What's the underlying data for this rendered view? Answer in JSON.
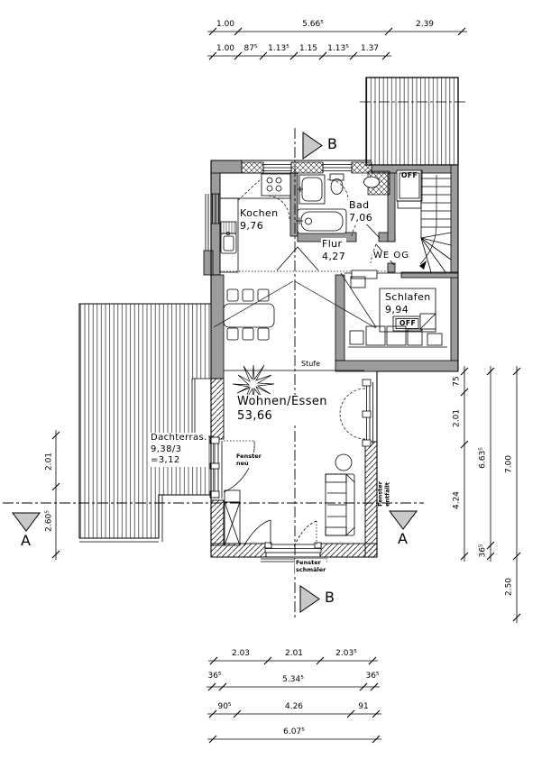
{
  "colors": {
    "wall_fill": "#9c9c9c",
    "marker_fill": "#c9c9c9",
    "line": "#000000",
    "background": "#ffffff"
  },
  "rooms": {
    "kochen": {
      "label": "Kochen",
      "area": "9,76"
    },
    "bad": {
      "label": "Bad",
      "area": "7,06"
    },
    "flur": {
      "label": "Flur",
      "area": "4,27"
    },
    "schlafen": {
      "label": "Schlafen",
      "area": "9,94"
    },
    "wohnen": {
      "label": "Wohnen/Essen",
      "area": "53,66"
    },
    "dachterrasse": {
      "label": "Dachterras.",
      "calc": "9,38/3",
      "result": "=3,12"
    }
  },
  "annotations": {
    "stufe": "Stufe",
    "fenster_neu": [
      "Fenster",
      "neu"
    ],
    "fenster_schmaeler": [
      "Fenster",
      "schmäler"
    ],
    "fenster_entfaellt": [
      "Fenster",
      "entfällt"
    ],
    "we_og": "WE OG",
    "off": "OFF",
    "marker_a": "A",
    "marker_b": "B"
  },
  "dimensions": {
    "top_row1": [
      "1.00",
      "5.66⁵",
      "2.39"
    ],
    "top_row2": [
      "1.00",
      "87⁵",
      "1.13⁵",
      "1.15",
      "1.13⁵",
      "1.37"
    ],
    "left_col": [
      "2.01",
      "2.60⁵"
    ],
    "right_col1": [
      "75",
      "2.01",
      "4.24"
    ],
    "right_col2": [
      "6.63⁵",
      "36⁵"
    ],
    "right_col3": [
      "7.00",
      "2.50"
    ],
    "bottom_row1": [
      "2.03",
      "2.01",
      "2.03⁵"
    ],
    "bottom_row2": [
      "36⁵",
      "5.34⁵",
      "36⁵"
    ],
    "bottom_row3": [
      "90⁵",
      "4.26",
      "91"
    ],
    "bottom_row4": [
      "6.07⁵"
    ]
  }
}
